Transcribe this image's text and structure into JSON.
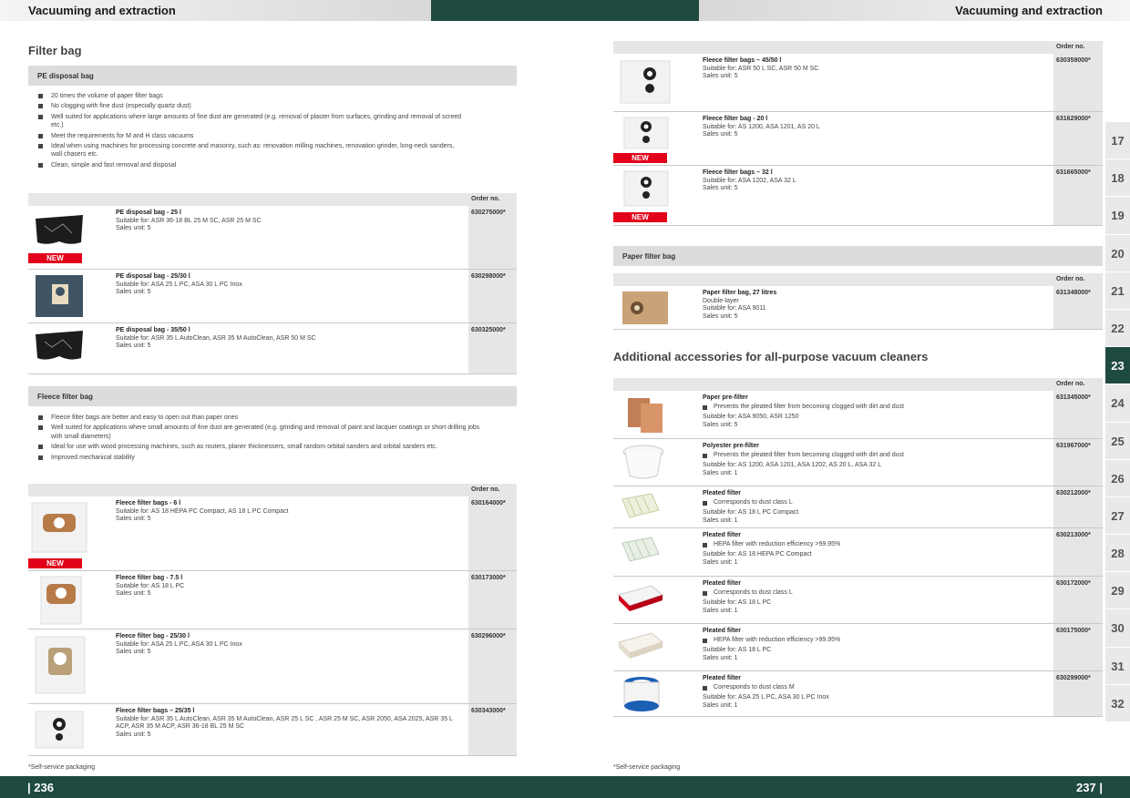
{
  "header": {
    "left_title": "Vacuuming and extraction",
    "right_title": "Vacuuming and extraction"
  },
  "footer": {
    "left_page": "| 236",
    "right_page": "237 |"
  },
  "left": {
    "title": "Filter bag",
    "pe_section": {
      "band": "PE disposal bag",
      "bullets": [
        "20 times the volume of paper filter bags",
        "No clogging with fine dust (especially quartz dust)",
        "Well suited for applications where large amounts of fine dust are generated (e.g. removal of plaster from surfaces, grinding and removal of screed etc.)",
        "Meet the requirements for M and H class vacuums",
        "Ideal when using machines for processing concrete and masonry, such as: renovation milling machines, renovation grinder, long-neck sanders, wall chasers etc.",
        "Clean, simple and fast removal and disposal"
      ],
      "order_header": "Order no.",
      "items": [
        {
          "name": "PE disposal bag - 25 l",
          "suitable": "Suitable for: ASR 36-18 BL 25 M SC, ASR 25 M SC",
          "sales": "Sales unit: 5",
          "order": "630275000*",
          "badge": "NEW"
        },
        {
          "name": "PE disposal bag - 25/30 l",
          "suitable": "Suitable for: ASA 25 L PC, ASA 30 L PC Inox",
          "sales": "Sales unit: 5",
          "order": "630298000*"
        },
        {
          "name": "PE disposal bag - 35/50 l",
          "suitable": "Suitable for: ASR 35 L AutoClean, ASR 35 M AutoClean, ASR 50 M SC",
          "sales": "Sales unit: 5",
          "order": "630325000*"
        }
      ]
    },
    "fleece_section": {
      "band": "Fleece filter bag",
      "bullets": [
        "Fleece filter bags are better and easy to open out than paper ones",
        "Well suited for applications where small amounts of fine dust are generated (e.g. grinding and removal of paint and lacquer coatings or short drilling jobs with small diameters)",
        "Ideal for use with wood processing machines, such as routers, planer thicknessers, small random orbital sanders and orbital sanders etc.",
        "Improved mechanical stability"
      ],
      "order_header": "Order no.",
      "items": [
        {
          "name": "Fleece filter bags - 6 l",
          "suitable": "Suitable for: AS 18 HEPA PC Compact, AS 18 L PC Compact",
          "sales": "Sales unit: 5",
          "order": "630164000*",
          "badge": "NEW"
        },
        {
          "name": "Fleece filter bag - 7.5 l",
          "suitable": "Suitable for: AS 18 L PC",
          "sales": "Sales unit: 5",
          "order": "630173000*"
        },
        {
          "name": "Fleece filter bag - 25/30 l",
          "suitable": "Suitable for: ASA 25 L PC, ASA 30 L PC Inox",
          "sales": "Sales unit: 5",
          "order": "630296000*"
        },
        {
          "name": "Fleece filter bags – 25/35 l",
          "suitable": "Suitable for: ASR 35 L AutoClean, ASR 35 M AutoClean, ASR 25 L SC , ASR 25 M SC, ASR 2050, ASA 2025, ASR 35 L ACP, ASR 35 M ACP, ASR 36-18 BL 25 M SC",
          "sales": "Sales unit: 5",
          "order": "630343000*"
        }
      ]
    },
    "footnote": "*Self-service packaging"
  },
  "right": {
    "fleece_table": {
      "order_header": "Order no.",
      "items": [
        {
          "name": "Fleece filter bags – 45/50 l",
          "suitable": "Suitable for: ASR 50 L SC, ASR 50 M SC",
          "sales": "Sales unit: 5",
          "order": "630359000*"
        },
        {
          "name": "Fleece filter bag - 20 l",
          "suitable": "Suitable for: AS 1200, ASA 1201, AS 20 L",
          "sales": "Sales unit: 5",
          "order": "631629000*",
          "badge": "NEW"
        },
        {
          "name": "Fleece filter bags – 32 l",
          "suitable": "Suitable for: ASA 1202, ASA 32 L",
          "sales": "Sales unit: 5",
          "order": "631665000*",
          "badge": "NEW"
        }
      ]
    },
    "paper_section": {
      "band": "Paper filter bag",
      "order_header": "Order no.",
      "items": [
        {
          "name": "Paper filter bag, 27 litres",
          "extra": "Double-layer",
          "suitable": "Suitable for: ASA 9011",
          "sales": "Sales unit: 5",
          "order": "631348000*"
        }
      ]
    },
    "accessories": {
      "title": "Additional accessories for all-purpose vacuum cleaners",
      "order_header": "Order no.",
      "items": [
        {
          "name": "Paper pre-filter",
          "bullet": "Prevents the pleated filter from becoming clogged with dirt and dust",
          "suitable": "Suitable for: ASA 9050, ASR 1250",
          "sales": "Sales unit: 5",
          "order": "631345000*"
        },
        {
          "name": "Polyester pre-filter",
          "bullet": "Prevents the pleated filter from becoming clogged with dirt and dust",
          "suitable": "Suitable for: AS 1200, ASA 1201, ASA 1202, AS 20 L, ASA 32 L",
          "sales": "Sales unit: 1",
          "order": "631967000*"
        },
        {
          "name": "Pleated filter",
          "bullet": "Corresponds to dust class L",
          "suitable": "Suitable for: AS 18 L PC Compact",
          "sales": "Sales unit: 1",
          "order": "630212000*"
        },
        {
          "name": "Pleated filter",
          "bullet": "HEPA filter with reduction efficiency >99.95%",
          "suitable": "Suitable for: AS 18 HEPA PC Compact",
          "sales": "Sales unit: 1",
          "order": "630213000*"
        },
        {
          "name": "Pleated filter",
          "bullet": "Corresponds to dust class L",
          "suitable": "Suitable for: AS 18 L PC",
          "sales": "Sales unit: 1",
          "order": "630172000*"
        },
        {
          "name": "Pleated filter",
          "bullet": "HEPA filter with reduction efficiency >99.95%",
          "suitable": "Suitable for: AS 18 L PC",
          "sales": "Sales unit: 1",
          "order": "630175000*"
        },
        {
          "name": "Pleated filter",
          "bullet": "Corresponds to dust class M",
          "suitable": "Suitable for: ASA 25 L PC, ASA 30 L PC Inox",
          "sales": "Sales unit: 1",
          "order": "630299000*"
        }
      ]
    },
    "footnote": "*Self-service packaging"
  },
  "tabs": {
    "items": [
      "17",
      "18",
      "19",
      "20",
      "21",
      "22",
      "23",
      "24",
      "25",
      "26",
      "27",
      "28",
      "29",
      "30",
      "31",
      "32"
    ],
    "active": "23"
  },
  "colors": {
    "brand_green": "#1f4a40",
    "new_red": "#e2001a"
  }
}
